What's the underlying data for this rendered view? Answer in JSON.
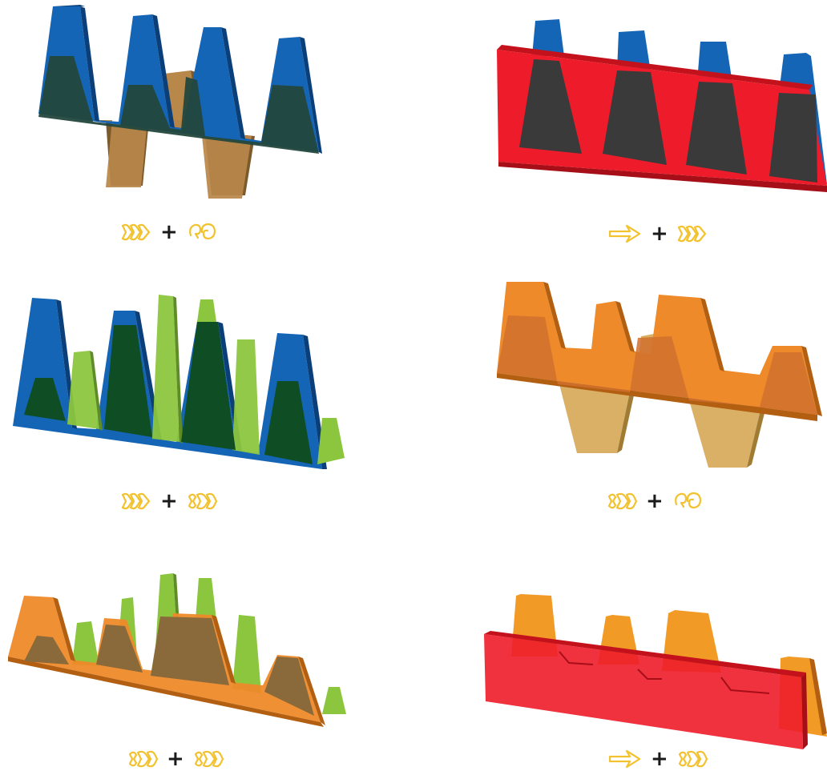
{
  "colors": {
    "blue": "#1565b6",
    "blue_side": "#0b3f7a",
    "bronze": "#b8874a",
    "bronze_side": "#7d5a2b",
    "green": "#8cc63f",
    "green_side": "#5e8c27",
    "dark_teal": "#23473d",
    "dark_green": "#0f4d24",
    "orange": "#ee8a2a",
    "orange_side": "#b35f12",
    "tan": "#d9b066",
    "tan_side": "#a07b33",
    "red": "#ee1c2a",
    "red_side": "#a60f18",
    "dark_overlap": "#3a3a3a",
    "olive_overlap": "#8a6a3a",
    "symbol_yellow": "#f2c230",
    "plus": "#1a1a1a"
  },
  "symbols": {
    "triple-chevron": "»»",
    "loop-swirl": "⟲",
    "arrow": "⟶",
    "double-chevron": "»"
  },
  "panels": [
    {
      "id": "p1",
      "caption": {
        "left": "triple-chevron",
        "plus": "+",
        "right": "loop-swirl"
      }
    },
    {
      "id": "p2",
      "caption": {
        "left": "arrow",
        "plus": "+",
        "right": "triple-chevron"
      }
    },
    {
      "id": "p3",
      "caption": {
        "left": "triple-chevron",
        "plus": "+",
        "right": "double-chevron"
      }
    },
    {
      "id": "p4",
      "caption": {
        "left": "double-chevron",
        "plus": "+",
        "right": "loop-swirl"
      }
    },
    {
      "id": "p5",
      "caption": {
        "left": "double-chevron",
        "plus": "+",
        "right": "double-chevron"
      }
    },
    {
      "id": "p6",
      "caption": {
        "left": "arrow",
        "plus": "+",
        "right": "double-chevron"
      }
    }
  ]
}
